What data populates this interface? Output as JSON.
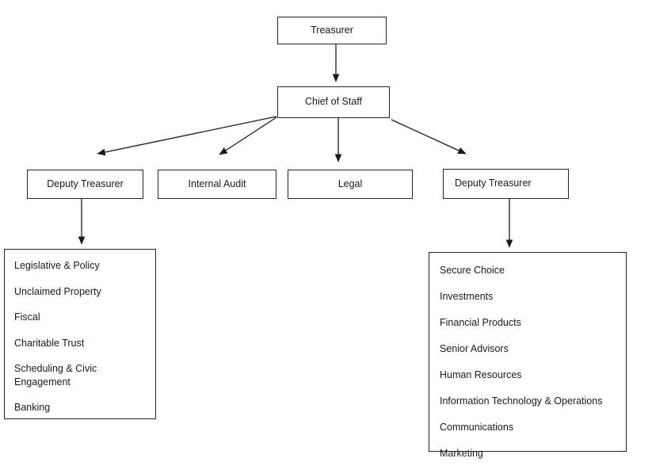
{
  "chart": {
    "type": "org-chart",
    "title": "",
    "nodes": {
      "treasurer": "Treasurer",
      "chief_of_staff": "Chief of Staff",
      "deputy_treasurer_left": "Deputy Treasurer",
      "internal_audit": "Internal Audit",
      "legal": "Legal",
      "deputy_treasurer_right": "Deputy Treasurer"
    },
    "divisions_left": [
      "Legislative & Policy",
      "Unclaimed Property",
      "Fiscal",
      "Charitable Trust",
      "Scheduling & Civic Engagement",
      "Banking"
    ],
    "divisions_right": [
      "Secure Choice",
      "Investments",
      "Financial Products",
      "Senior Advisors",
      "Human Resources",
      "Information Technology & Operations",
      "Communications",
      "Marketing"
    ],
    "colors": {
      "border": "#262626",
      "text": "#1a1a1a",
      "background": "#ffffff",
      "connector": "#1a1a1a"
    }
  }
}
